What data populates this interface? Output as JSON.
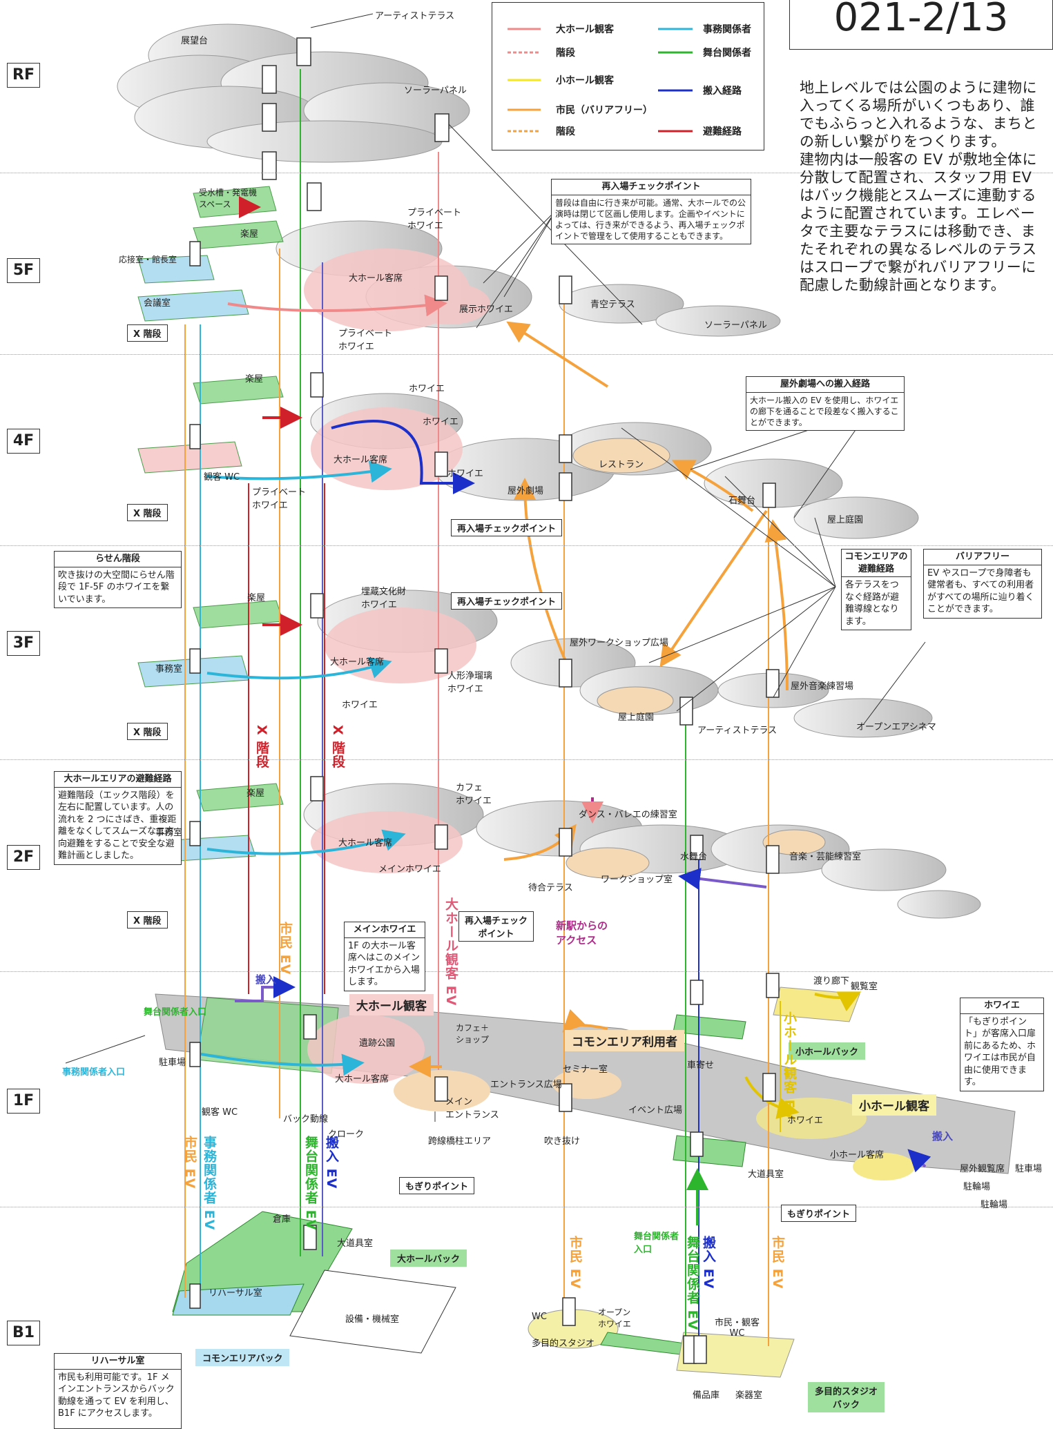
{
  "page_id": "021-2/13",
  "intro": "地上レベルでは公園のように建物に入ってくる場所がいくつもあり、誰でもふらっと入れるような、まちとの新しい繋がりをつくります。\n建物内は一般客の EV が敷地全体に分散して配置され、スタッフ用 EV はバック機能とスムーズに連動するように配置されています。エレベータで主要なテラスには移動でき、またそれぞれの異なるレベルのテラスはスロープで繋がれバリアフリーに配慮した動線計画となります。",
  "floors": [
    "RF",
    "5F",
    "4F",
    "3F",
    "2F",
    "1F",
    "B1"
  ],
  "legend": {
    "items": [
      {
        "label": "大ホール観客",
        "color": "#f08a8a",
        "style": "solid"
      },
      {
        "label": "階段",
        "color": "#f08a8a",
        "style": "dashed"
      },
      {
        "label": "小ホール観客",
        "color": "#f5e61e",
        "style": "solid"
      },
      {
        "label": "市民（バリアフリー）",
        "color": "#f5a23c",
        "style": "solid"
      },
      {
        "label": "階段",
        "color": "#f5a23c",
        "style": "dashed"
      },
      {
        "label": "事務関係者",
        "color": "#2cb5d8",
        "style": "solid"
      },
      {
        "label": "舞台関係者",
        "color": "#2db52d",
        "style": "solid"
      },
      {
        "label": "搬入経路",
        "color": "#1c2fc8",
        "style": "solid"
      },
      {
        "label": "避難経路",
        "color": "#d0202a",
        "style": "solid"
      }
    ]
  },
  "notes": {
    "reentry_title": "再入場チェックポイント",
    "reentry_body": "普段は自由に行き来が可能。通常、大ホールでの公演時は閉じて区画し使用します。企画やイベントによっては、行き来ができるよう、再入場チェックポイントで管理をして使用することもできます。",
    "outdoor_title": "屋外劇場への搬入経路",
    "outdoor_body": "大ホール搬入の EV を使用し、ホワイエの廊下を通ることで段差なく搬入することができます。",
    "spiral_title": "らせん階段",
    "spiral_body": "吹き抜けの大空間にらせん階段で 1F-5F のホワイエを繋いでいます。",
    "common_title": "コモンエリアの避難経路",
    "common_body": "各テラスをつなぐ経路が避難導線となります。",
    "barrier_title": "バリアフリー",
    "barrier_body": "EV やスロープで身障者も健常者も、すべての利用者がすべての場所に辿り着くことができます。",
    "evac_title": "大ホールエリアの避難経路",
    "evac_body": "避難階段（エックス階段）を左右に配置しています。人の流れを 2 つにさばき、重複距離をなくしてスムーズな二方向避難をすることで安全な避難計画としました。",
    "mainfoyer_title": "メインホワイエ",
    "mainfoyer_body": "1F の大ホール客席へはこのメインホワイエから入場します。",
    "foyer_title": "ホワイエ",
    "foyer_body": "「もぎりポイント」が客席入口扉前にあるため、ホワイエは市民が自由に使用できます。",
    "rehearsal_title": "リハーサル室",
    "rehearsal_body": "市民も利用可能です。1F メインエントランスからバック動線を通って EV を利用し、B1F にアクセスします。"
  },
  "labels": {
    "x_stairs": "X 階段",
    "reentry_point": "再入場チェックポイント",
    "reentry_point_short": "再入場チェック\nポイント",
    "mogiri": "もぎりポイント",
    "artist_terrace_top": "アーティストテラス",
    "observatory": "展望台",
    "solar_panel": "ソーラーパネル",
    "water_tank": "受水槽・発電機\nスペース",
    "dressing": "楽屋",
    "reception": "応接室・館長室",
    "meeting": "会議室",
    "private_foyer": "プライベート\nホワイエ",
    "big_hall_seats": "大ホール客席",
    "exhibit_foyer": "展示ホワイエ",
    "sky_terrace": "青空テラス",
    "foyer": "ホワイエ",
    "guest_wc": "観客 WC",
    "outdoor_theatre": "屋外劇場",
    "restaurant": "レストラン",
    "stone_stage": "石舞台",
    "rooftop_garden": "屋上庭園",
    "buried_foyer": "埋蔵文化財\nホワイエ",
    "office": "事務室",
    "puppet_foyer": "人形浄瑠璃\nホワイエ",
    "workshop_plaza": "屋外ワークショップ広場",
    "outdoor_music": "屋外音楽練習場",
    "artist_terrace": "アーティストテラス",
    "open_air_cinema": "オープンエアシネマ",
    "cafe_foyer": "カフェ\nホワイエ",
    "main_foyer": "メインホワイエ",
    "dance_room": "ダンス・バレエの練習室",
    "water_stage": "水舞台",
    "music_room": "音楽・芸能練習室",
    "waiting_terrace": "待合テラス",
    "workshop_room": "ワークショップ室",
    "new_station": "新駅からの\nアクセス",
    "citizen_ev": "市民 EV",
    "big_hall_ev": "大ホール観客 EV",
    "small_hall_ev": "小ホール観客 EV",
    "office_ev": "事務関係者 EV",
    "stage_ev": "舞台関係者 EV",
    "delivery_ev": "搬入 EV",
    "stage_staff_entrance": "舞台関係者入口",
    "office_staff_entrance": "事務関係者入口",
    "delivery": "搬入",
    "parking": "駐車場",
    "ruins_park": "遺跡公園",
    "cafe_shop": "カフェ＋\nショップ",
    "seminar": "セミナー室",
    "entrance_plaza": "エントランス広場",
    "main_entrance": "メイン\nエントランス",
    "back_route": "バック動線",
    "cloak": "クローク",
    "bridge_area": "跨線橋柱エリア",
    "atrium": "吹き抜け",
    "event_plaza": "イベント広場",
    "dropoff": "車寄せ",
    "corridor": "渡り廊下",
    "viewing_room": "観覧室",
    "small_hall_seats": "小ホール客席",
    "large_props": "大道具室",
    "outdoor_viewing": "屋外観覧席",
    "bicycle": "駐輪場",
    "storage": "倉庫",
    "rehearsal": "リハーサル室",
    "equipment": "設備・機械室",
    "wc": "WC",
    "open_foyer": "オープン\nホワイエ",
    "multi_studio": "多目的スタジオ",
    "citizen_audience": "市民・観客\nWC",
    "supplies": "備品庫",
    "instruments": "楽器室",
    "stage_staff_entrance2": "舞台関係者\n入口"
  },
  "zones": {
    "big_hall_audience": "大ホール観客",
    "common_area_users": "コモンエリア利用者",
    "small_hall_audience": "小ホール観客",
    "small_hall_back": "小ホールバック",
    "big_hall_back": "大ホールバック",
    "common_area_back": "コモンエリアバック",
    "multi_studio_back": "多目的スタジオ\nバック"
  }
}
